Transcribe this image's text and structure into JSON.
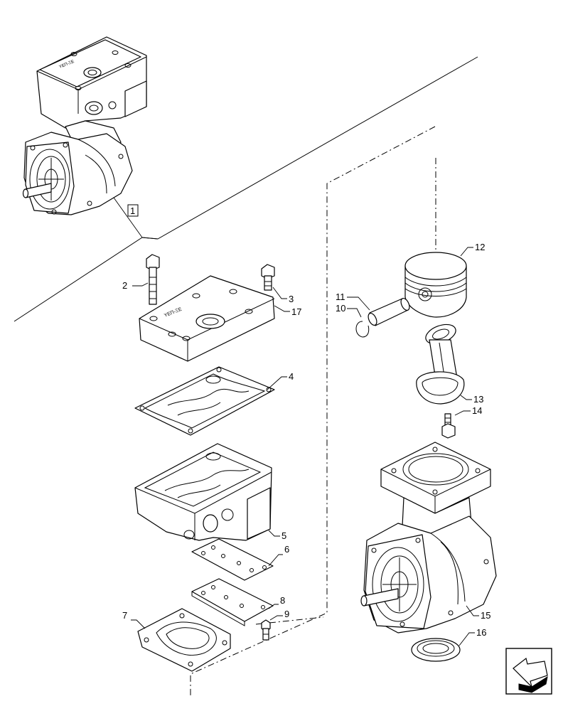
{
  "callouts": {
    "c1": "1",
    "c2": "2",
    "c3": "3",
    "c4": "4",
    "c5": "5",
    "c6": "6",
    "c7": "7",
    "c8": "8",
    "c9": "9",
    "c10": "10",
    "c11": "11",
    "c12": "12",
    "c13": "13",
    "c14": "14",
    "c15": "15",
    "c16": "16",
    "c17": "17"
  },
  "head_marking": "ΥΕΠ-ΞΕ",
  "nav_icon": "arrow-next-icon"
}
